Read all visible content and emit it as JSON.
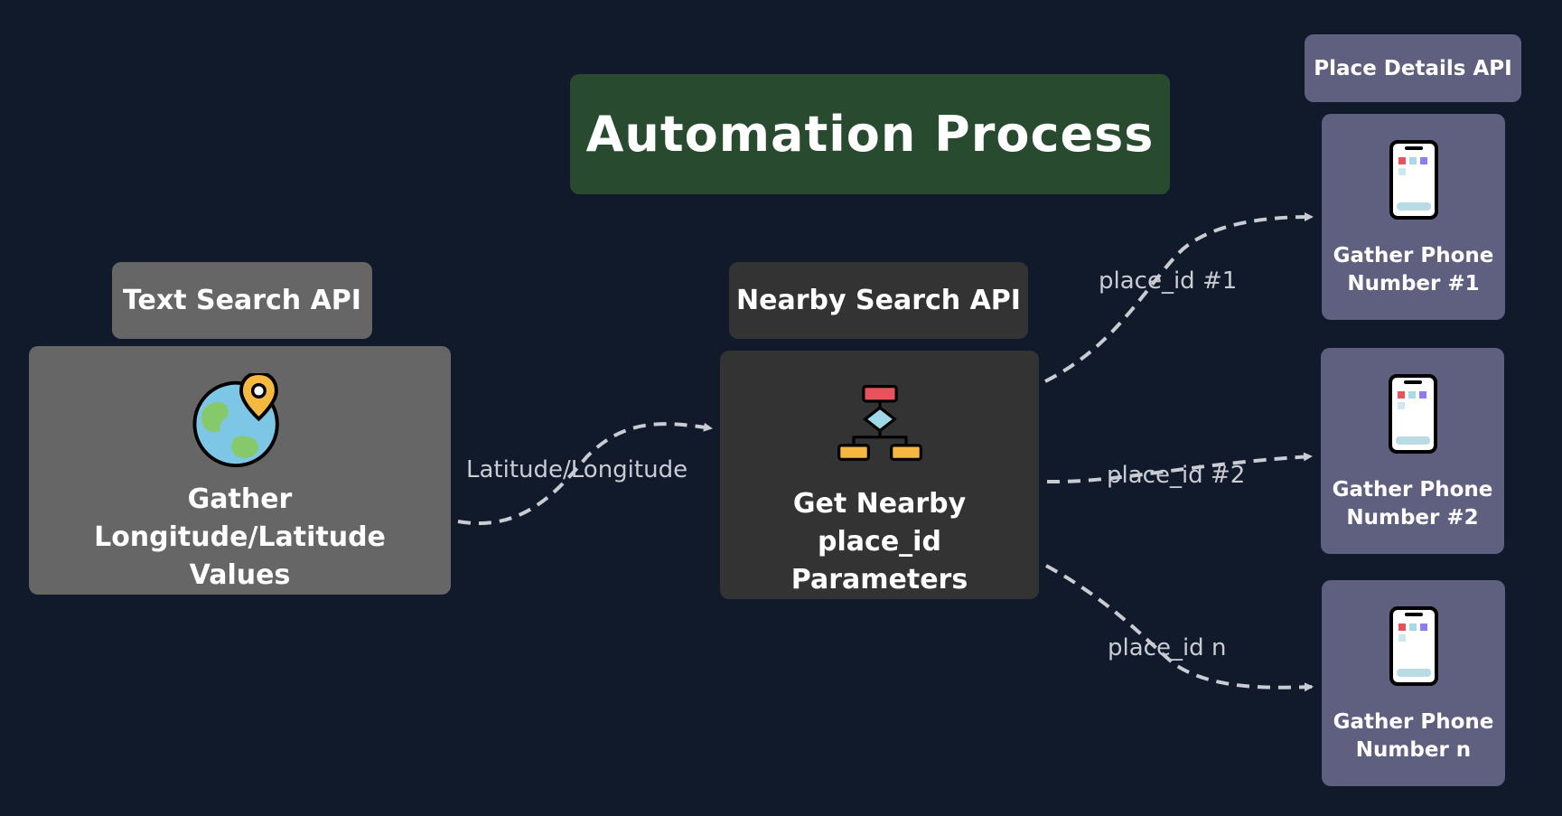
{
  "title": "Automation Process",
  "stages": {
    "text_search": {
      "api_label": "Text Search API",
      "card_text": "Gather Longitude/Latitude Values",
      "icon": "globe-location-pin-icon"
    },
    "nearby_search": {
      "api_label": "Nearby Search API",
      "card_text": "Get Nearby place_id Parameters",
      "icon": "flowchart-icon"
    },
    "place_details": {
      "api_label": "Place Details API",
      "cards": [
        {
          "text": "Gather Phone Number #1",
          "icon": "smartphone-icon"
        },
        {
          "text": "Gather Phone Number #2",
          "icon": "smartphone-icon"
        },
        {
          "text": "Gather Phone Number n",
          "icon": "smartphone-icon"
        }
      ]
    }
  },
  "edges": {
    "lat_lon": "Latitude/Longitude",
    "place_id_1": "place_id #1",
    "place_id_2": "place_id #2",
    "place_id_n": "place_id n"
  },
  "colors": {
    "background": "#111a2a",
    "title_box": "#284a2e",
    "text_search": "#666666",
    "nearby_search": "#333333",
    "place_details": "#5f5f80",
    "connector": "#c9ccd2"
  }
}
